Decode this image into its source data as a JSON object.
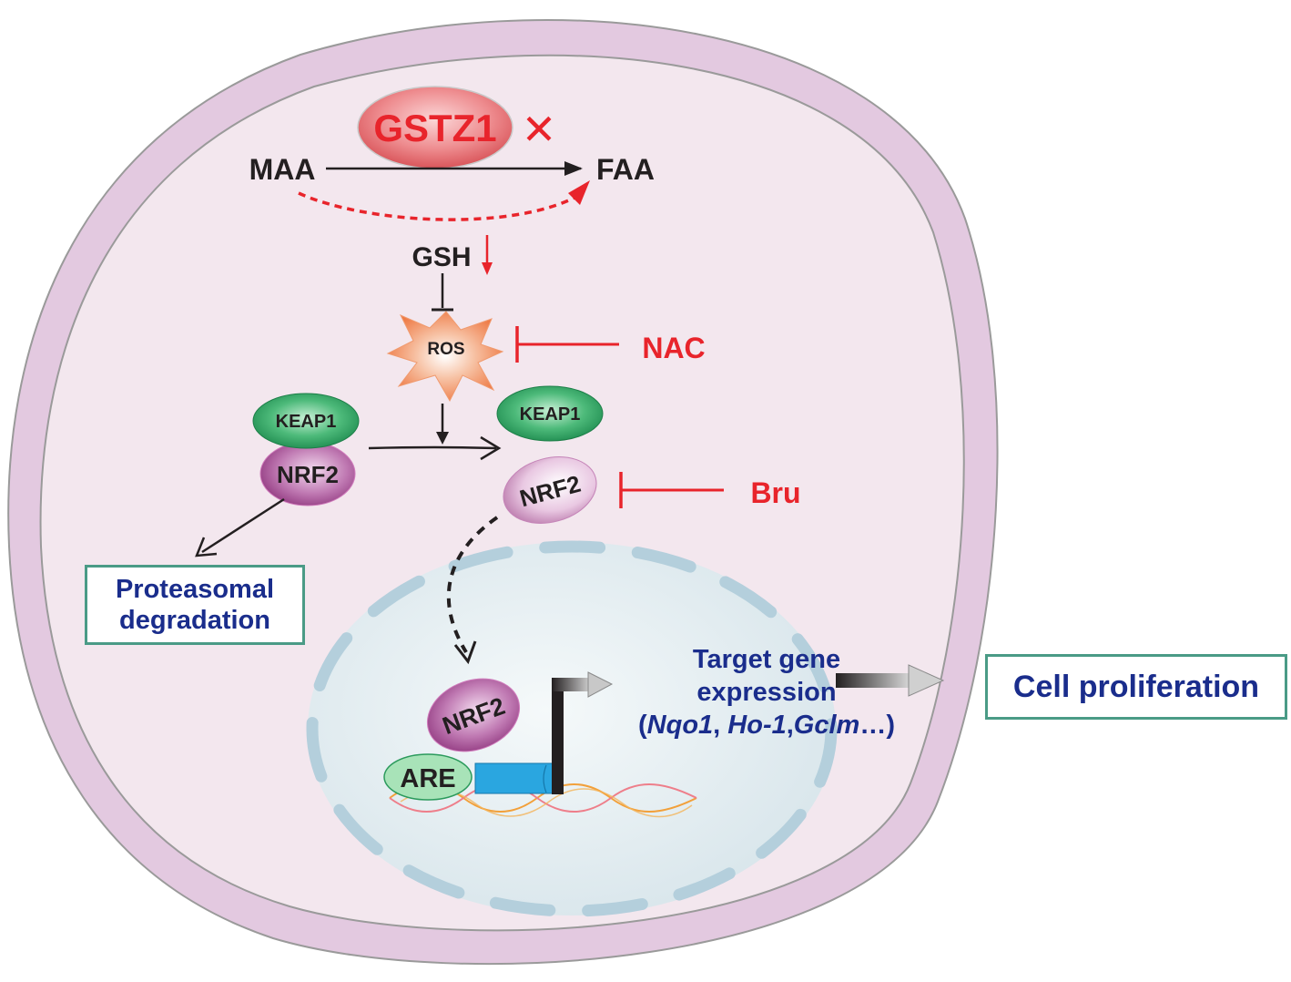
{
  "labels": {
    "gstz1": "GSTZ1",
    "cross_mark": "✕",
    "maa": "MAA",
    "faa": "FAA",
    "gsh": "GSH",
    "ros": "ROS",
    "nac": "NAC",
    "keap1_bound": "KEAP1",
    "nrf2_bound": "NRF2",
    "keap1_free": "KEAP1",
    "nrf2_free": "NRF2",
    "bru": "Bru",
    "nrf2_nucleus": "NRF2",
    "are": "ARE"
  },
  "boxes": {
    "proteasomal_line1": "Proteasomal",
    "proteasomal_line2": "degradation",
    "cell_proliferation": "Cell proliferation"
  },
  "target_gene": {
    "line1": "Target gene",
    "line2": "expression",
    "open_paren": "(",
    "gene1": "Nqo1",
    "sep1": ", ",
    "gene2": "Ho-1",
    "sep2": ",",
    "gene3": "Gclm",
    "ellipsis": "…)"
  },
  "colors": {
    "inhibitor_red": "#e8242b",
    "text_dark": "#231f20",
    "box_text_blue": "#1a2d8c",
    "box_border_teal": "#4a9b86",
    "cell_membrane": "#e3c9e0",
    "cytoplasm": "#f3e7ee",
    "nucleus": "#e2edf1",
    "keap1_green": "#2b9a5c",
    "nrf2_purple": "#9a3f86",
    "are_green": "#a8e3b8",
    "promoter_blue": "#2aa6e0"
  }
}
